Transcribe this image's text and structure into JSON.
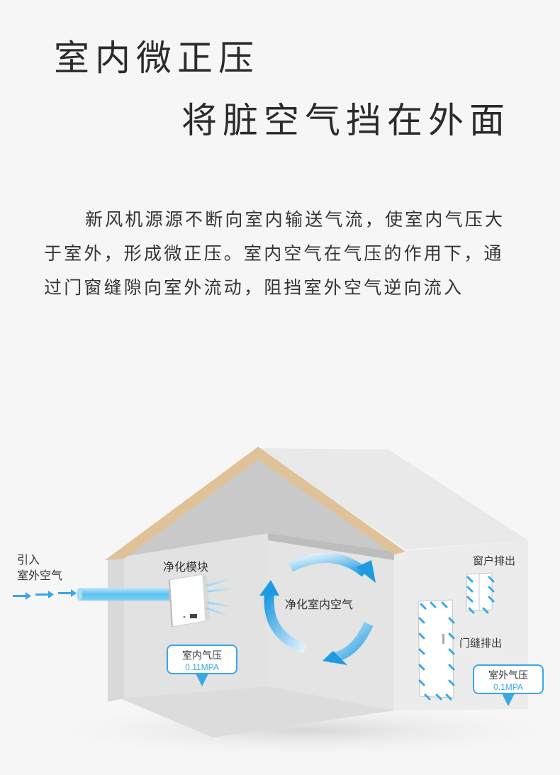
{
  "title_line1": "室内微正压",
  "title_line2": "将脏空气挡在外面",
  "description": "新风机源源不断向室内输送气流，使室内气压大于室外，形成微正压。室内空气在气压的作用下，通过门窗缝隙向室外流动，阻挡室外空气逆向流入",
  "diagram": {
    "intake_line1": "引入",
    "intake_line2": "室外空气",
    "module_label": "净化模块",
    "purify_label": "净化室内空气",
    "window_label": "窗户排出",
    "door_label": "门缝排出",
    "indoor_pressure_title": "室内气压",
    "indoor_pressure_value": "0.11MPA",
    "outdoor_pressure_title": "室外气压",
    "outdoor_pressure_value": "0.1MPA"
  },
  "colors": {
    "accent_blue": "#3aa7e6",
    "roof_tan": "#e0c299"
  },
  "icons": [
    "fresh-air-unit-icon",
    "location-pin-icon",
    "circular-arrow-icon",
    "arrow-right-icon"
  ]
}
